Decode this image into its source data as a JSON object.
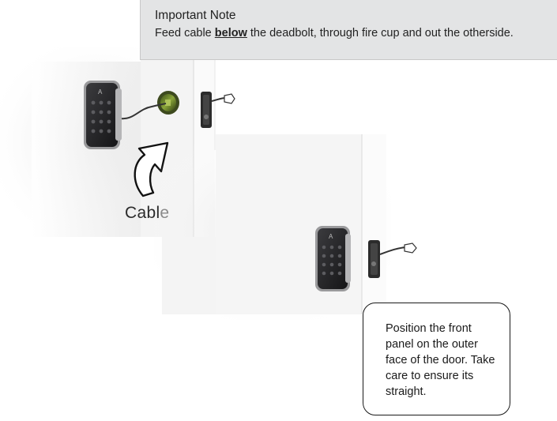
{
  "note": {
    "title": "Important Note",
    "text_before": "Feed cable ",
    "text_bold": "below",
    "text_after": " the deadbolt, through fire cup and out the otherside."
  },
  "cable_label": {
    "main": "Cab",
    "tail_l": "l",
    "tail_e": "e"
  },
  "callout": {
    "text": "Position the front panel on the outer face of the door. Take care to ensure its straight."
  },
  "colors": {
    "note_bg": "#e3e4e5",
    "door_face": "#f6f6f6",
    "keypad_body": "#2a2a2c",
    "keypad_trim": "#9a9a9c",
    "cable": "#333333",
    "fire_cup": "#6f8a2c"
  },
  "icons": {
    "arrow": "curved-up-arrow-icon",
    "keypad": "keypad-lock-icon",
    "deadbolt": "deadbolt-icon",
    "connector": "cable-connector-icon"
  }
}
